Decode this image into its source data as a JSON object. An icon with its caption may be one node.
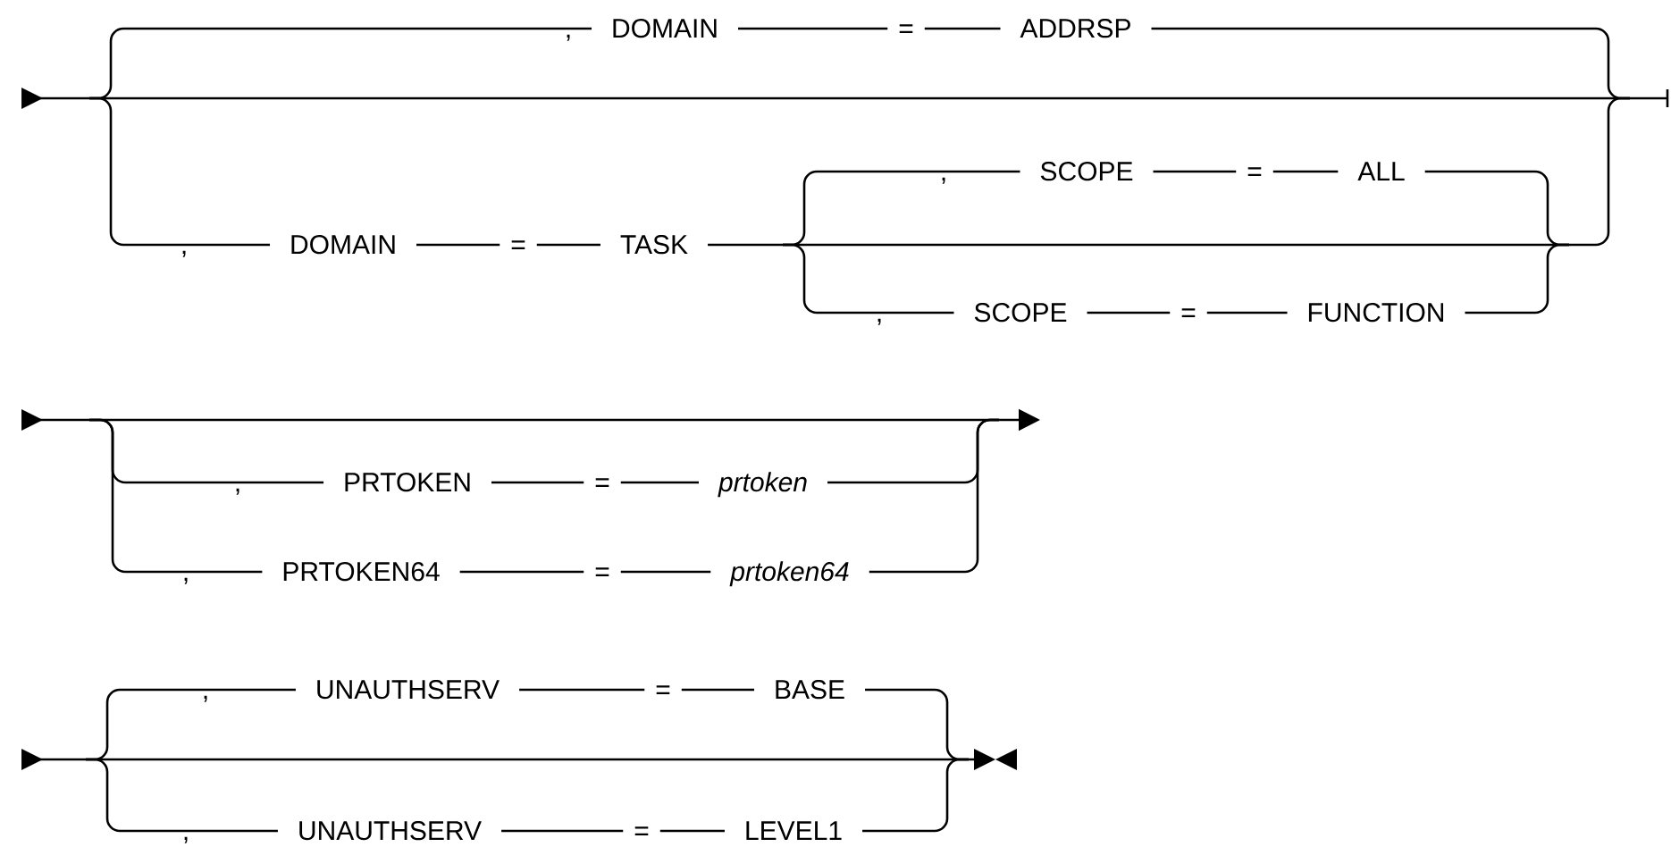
{
  "diagram": {
    "labels": [
      ",",
      "DOMAIN",
      "=",
      "ADDRSP",
      ",",
      "DOMAIN",
      "=",
      "TASK",
      ",",
      "SCOPE",
      "=",
      "ALL",
      ",",
      "SCOPE",
      "=",
      "FUNCTION",
      ",",
      "PRTOKEN",
      "=",
      "prtoken",
      ",",
      "PRTOKEN64",
      "=",
      "prtoken64",
      ",",
      "UNAUTHSERV",
      "=",
      "BASE",
      ",",
      "UNAUTHSERV",
      "=",
      "LEVEL1"
    ]
  }
}
